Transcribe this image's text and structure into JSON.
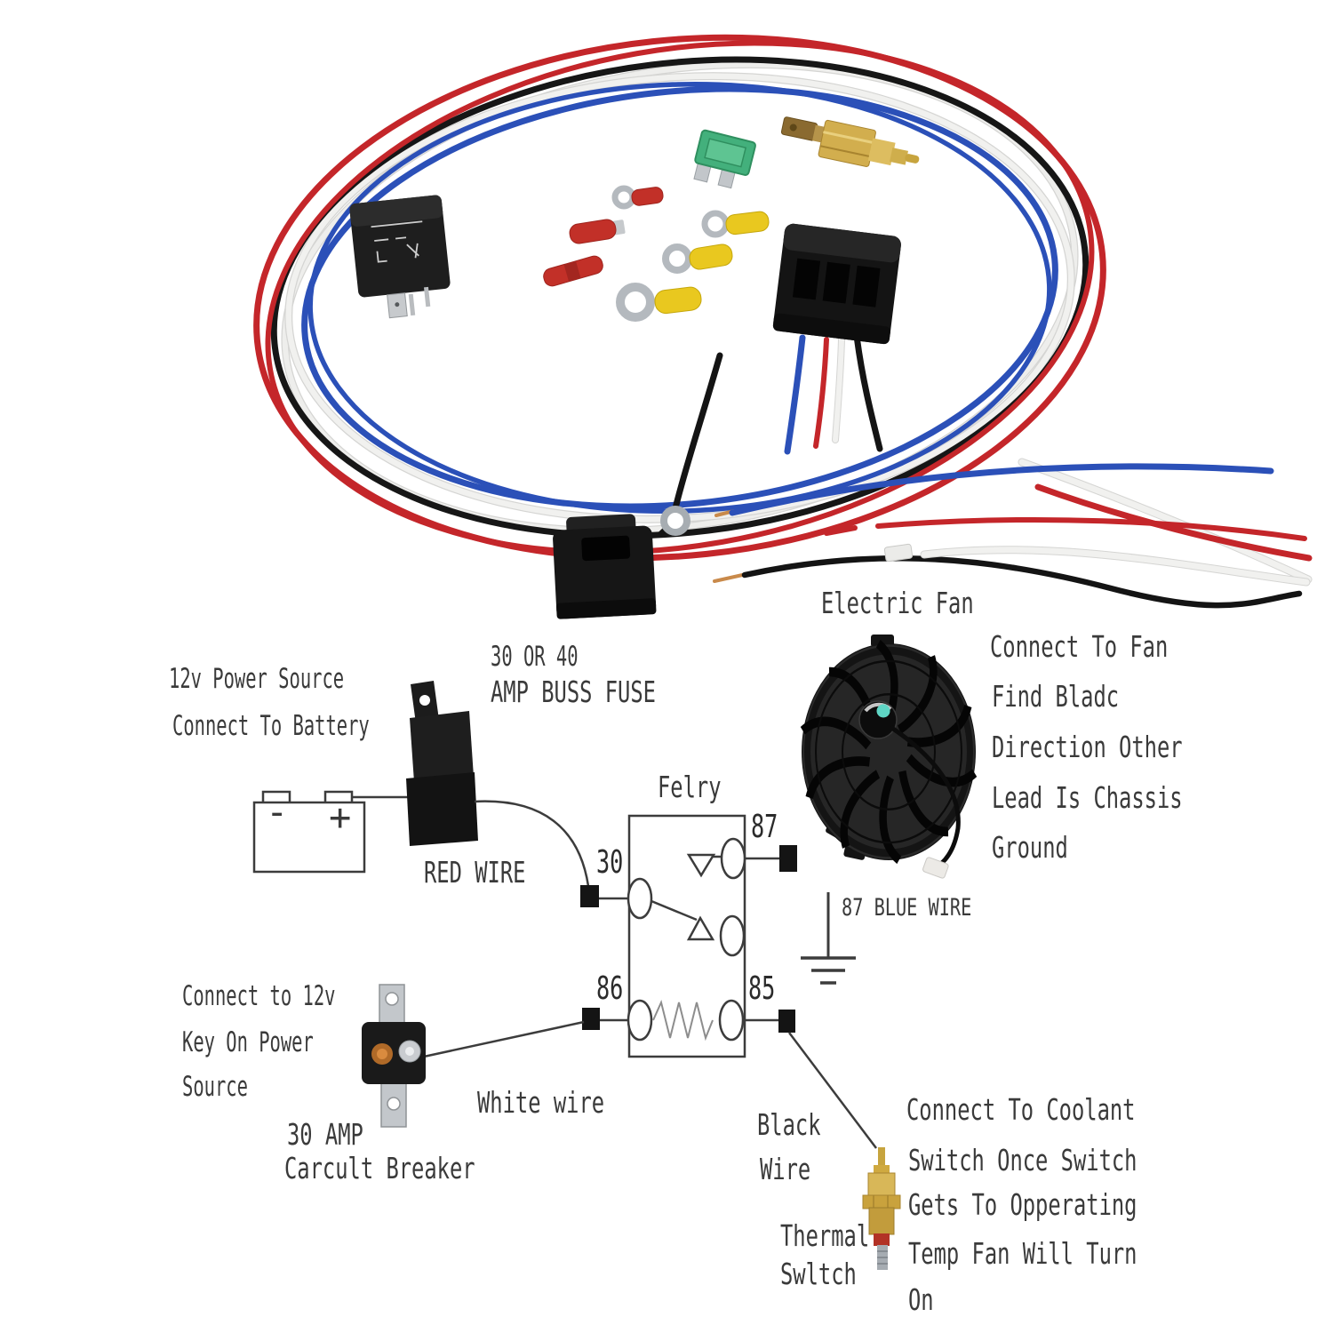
{
  "colors": {
    "background": "#ffffff",
    "schematic_line": "#3c3c3c",
    "text": "#3a3a3a",
    "wire_red": "#c4262a",
    "wire_blue": "#2b50b8",
    "wire_black": "#161616",
    "wire_white": "#f1f1ef",
    "brass": "#d2ae4e",
    "terminal_yellow": "#e9c81f",
    "terminal_red": "#c23028",
    "fuse_green": "#43b07c",
    "fan_hub_dot": "#5fd6c5"
  },
  "photo": {
    "description": "electric fan relay wiring harness kit",
    "components": [
      "wire-loop",
      "relay",
      "blade-fuse",
      "thermal-switch-probe",
      "ring-terminals",
      "spade-terminal",
      "butt-connector",
      "relay-socket",
      "fuse-holder"
    ]
  },
  "diagram": {
    "power_source": {
      "l1": "12v Power Source",
      "l2": "Connect To Battery"
    },
    "battery": {
      "minus": "-",
      "plus": "+"
    },
    "buss_fuse": {
      "l1": "30 OR 40",
      "l2": "AMP BUSS FUSE"
    },
    "red_wire": "RED WIRE",
    "blue_wire": "87 BLUE WIRE",
    "white_wire": "White wire",
    "black_wire": {
      "l1": "Black",
      "l2": "Wire"
    },
    "relay": {
      "title": "Felry",
      "pin30": "30",
      "pin87": "87",
      "pin86": "86",
      "pin85": "85"
    },
    "key_power": {
      "l1": "Connect to 12v",
      "l2": "Key On Power",
      "l3": "Source"
    },
    "breaker": {
      "l1": "30 AMP",
      "l2": "Carcult Breaker"
    },
    "fan": {
      "title": "Electric Fan",
      "notes": [
        "Connect To Fan",
        "Find Bladc",
        "Direction Other",
        "Lead Is Chassis",
        "Ground"
      ]
    },
    "thermal": {
      "l1": "Thermal",
      "l2": "Swltch",
      "notes": [
        "Connect To Coolant",
        "Switch Once Switch",
        "Gets To Opperating",
        "Temp Fan Will Turn",
        "On"
      ]
    }
  }
}
